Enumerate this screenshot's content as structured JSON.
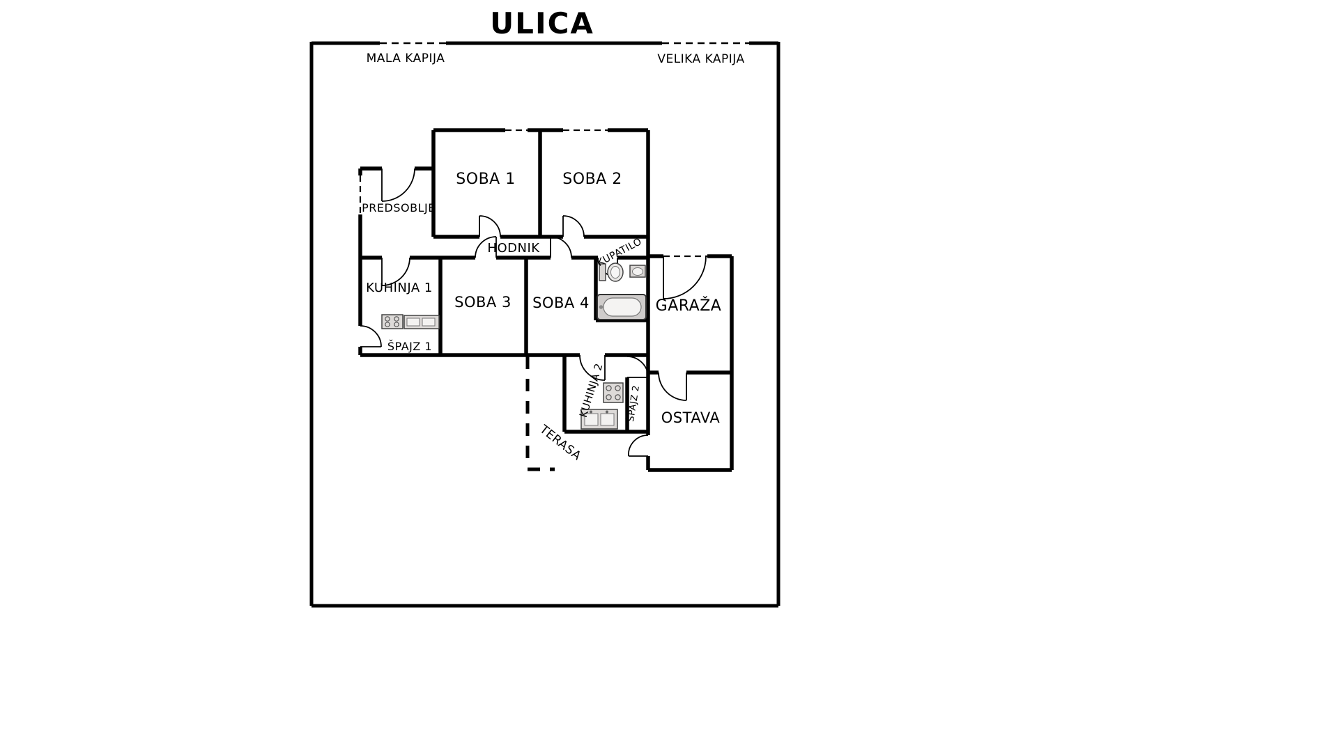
{
  "header": {
    "street": "ULICA"
  },
  "gates": {
    "small": "MALA KAPIJA",
    "large": "VELIKA KAPIJA"
  },
  "rooms": {
    "soba1": "SOBA 1",
    "soba2": "SOBA 2",
    "predsoblje": "PREDSOBLJE",
    "hodnik": "HODNIK",
    "kupatilo": "KUPATILO",
    "kuhinja1": "KUHINJA 1",
    "soba3": "SOBA 3",
    "soba4": "SOBA 4",
    "garaza": "GARAŽA",
    "spajz1": "ŠPAJZ 1",
    "kuhinja2": "KUHINJA 2",
    "spajz2": "ŠPAJZ 2",
    "ostava": "OSTAVA",
    "terasa": "TERASA"
  },
  "fixtures": {
    "toilet": "toilet-icon",
    "bathroom_sink": "bathroom-sink-icon",
    "bathtub": "bathtub-icon",
    "stove1": "stove-icon",
    "kitchen_sink1": "kitchen-sink-icon",
    "stove2": "stove-icon",
    "kitchen_sink2": "kitchen-sink-icon"
  },
  "colors": {
    "wall": "#000000",
    "background": "#ffffff",
    "fixture_fill": "#d9d6d4",
    "fixture_stroke": "#444444"
  }
}
